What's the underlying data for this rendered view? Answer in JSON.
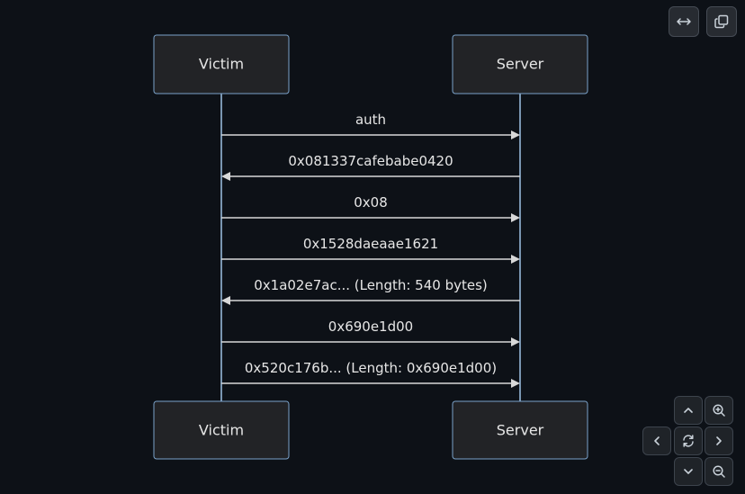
{
  "participants": [
    {
      "id": "victim",
      "label": "Victim"
    },
    {
      "id": "server",
      "label": "Server"
    }
  ],
  "messages": [
    {
      "from": "victim",
      "to": "server",
      "label": "auth"
    },
    {
      "from": "server",
      "to": "victim",
      "label": "0x081337cafebabe0420"
    },
    {
      "from": "victim",
      "to": "server",
      "label": "0x08"
    },
    {
      "from": "victim",
      "to": "server",
      "label": "0x1528daeaae1621"
    },
    {
      "from": "server",
      "to": "victim",
      "label": "0x1a02e7ac... (Length: 540 bytes)"
    },
    {
      "from": "victim",
      "to": "server",
      "label": "0x690e1d00"
    },
    {
      "from": "victim",
      "to": "server",
      "label": "0x520c176b... (Length: 0x690e1d00)"
    }
  ],
  "controls": {
    "top": [
      {
        "name": "expand-width-button",
        "icon": "arrows-horizontal-icon"
      },
      {
        "name": "copy-button",
        "icon": "copy-icon"
      }
    ],
    "nav": [
      {
        "name": "pan-up-button",
        "icon": "chevron-up-icon"
      },
      {
        "name": "zoom-in-button",
        "icon": "zoom-in-icon"
      },
      {
        "name": "pan-left-button",
        "icon": "chevron-left-icon"
      },
      {
        "name": "reset-view-button",
        "icon": "reset-icon"
      },
      {
        "name": "pan-right-button",
        "icon": "chevron-right-icon"
      },
      {
        "name": "pan-down-button",
        "icon": "chevron-down-icon"
      },
      {
        "name": "zoom-out-button",
        "icon": "zoom-out-icon"
      }
    ]
  }
}
